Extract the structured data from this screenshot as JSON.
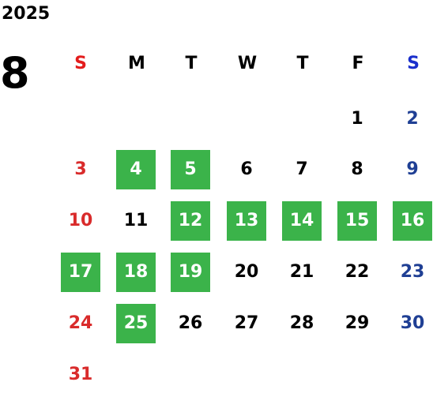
{
  "year": "2025",
  "month": "8",
  "weekdays": [
    "S",
    "M",
    "T",
    "W",
    "T",
    "F",
    "S"
  ],
  "colors": {
    "sunday": "#d92b2b",
    "saturday": "#1f3f94",
    "highlight": "#3bb34a",
    "weekday": "#000000"
  },
  "days": [
    {
      "label": "1",
      "highlighted": false
    },
    {
      "label": "2",
      "highlighted": false
    },
    {
      "label": "3",
      "highlighted": false
    },
    {
      "label": "4",
      "highlighted": true
    },
    {
      "label": "5",
      "highlighted": true
    },
    {
      "label": "6",
      "highlighted": false
    },
    {
      "label": "7",
      "highlighted": false
    },
    {
      "label": "8",
      "highlighted": false
    },
    {
      "label": "9",
      "highlighted": false
    },
    {
      "label": "10",
      "highlighted": false
    },
    {
      "label": "11",
      "highlighted": false
    },
    {
      "label": "12",
      "highlighted": true
    },
    {
      "label": "13",
      "highlighted": true
    },
    {
      "label": "14",
      "highlighted": true
    },
    {
      "label": "15",
      "highlighted": true
    },
    {
      "label": "16",
      "highlighted": true
    },
    {
      "label": "17",
      "highlighted": true
    },
    {
      "label": "18",
      "highlighted": true
    },
    {
      "label": "19",
      "highlighted": true
    },
    {
      "label": "20",
      "highlighted": false
    },
    {
      "label": "21",
      "highlighted": false
    },
    {
      "label": "22",
      "highlighted": false
    },
    {
      "label": "23",
      "highlighted": false
    },
    {
      "label": "24",
      "highlighted": false
    },
    {
      "label": "25",
      "highlighted": true
    },
    {
      "label": "26",
      "highlighted": false
    },
    {
      "label": "27",
      "highlighted": false
    },
    {
      "label": "28",
      "highlighted": false
    },
    {
      "label": "29",
      "highlighted": false
    },
    {
      "label": "30",
      "highlighted": false
    },
    {
      "label": "31",
      "highlighted": false
    }
  ]
}
